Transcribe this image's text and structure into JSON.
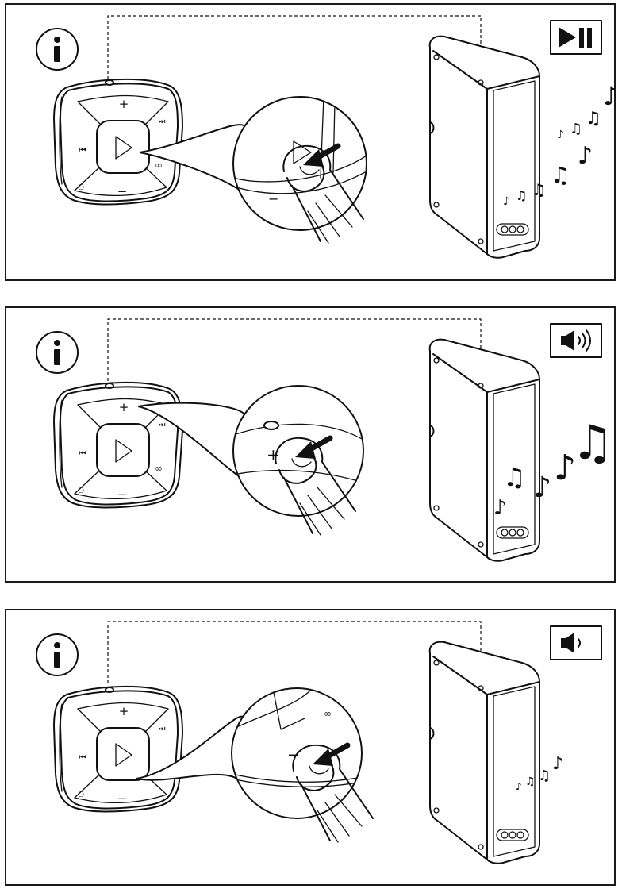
{
  "panels": [
    {
      "id": "play-pause",
      "pressed_button": "play",
      "icon": "play-pause-icon",
      "notes": "medium"
    },
    {
      "id": "volume-up",
      "pressed_button": "plus",
      "icon": "volume-up-icon",
      "notes": "large"
    },
    {
      "id": "volume-down",
      "pressed_button": "minus",
      "icon": "volume-down-icon",
      "notes": "small"
    }
  ],
  "remote_labels": {
    "plus": "+",
    "minus": "−",
    "prev": "⏮",
    "next": "⏭",
    "link": "∞",
    "dot": "○"
  },
  "colors": {
    "ink": "#111111",
    "paper": "#ffffff"
  }
}
